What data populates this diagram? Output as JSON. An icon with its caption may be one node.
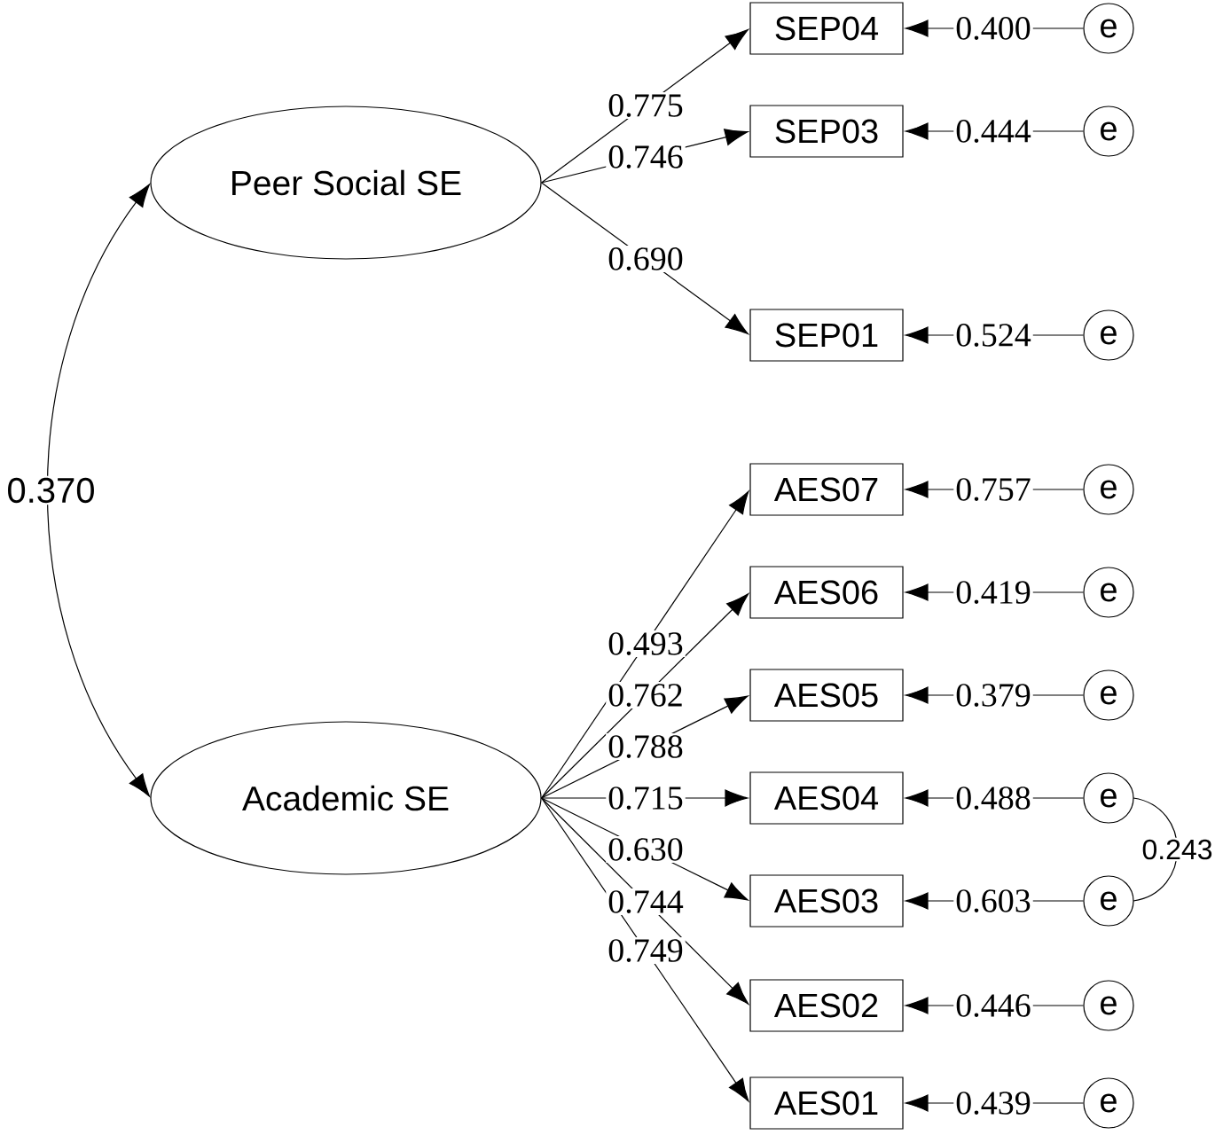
{
  "diagram": {
    "nodes": [
      {
        "text": [
          "Peer Social SE"
        ]
      },
      {
        "text": [
          "Academic SE"
        ]
      },
      {
        "text": [
          "SEP04"
        ]
      },
      {
        "text": [
          "SEP03"
        ]
      },
      {
        "text": [
          "SEP01"
        ]
      },
      {
        "text": [
          "AES07"
        ]
      },
      {
        "text": [
          "AES06"
        ]
      },
      {
        "text": [
          "AES05"
        ]
      },
      {
        "text": [
          "AES04"
        ]
      },
      {
        "text": [
          "AES03"
        ]
      },
      {
        "text": [
          "AES02"
        ]
      },
      {
        "text": [
          "AES01"
        ]
      },
      {
        "text": [
          "e"
        ]
      },
      {
        "text": [
          "e"
        ]
      },
      {
        "text": [
          "e"
        ]
      },
      {
        "text": [
          "e"
        ]
      },
      {
        "text": [
          "e"
        ]
      },
      {
        "text": [
          "e"
        ]
      },
      {
        "text": [
          "e"
        ]
      },
      {
        "text": [
          "e"
        ]
      },
      {
        "text": [
          "e"
        ]
      },
      {
        "text": [
          "e"
        ]
      }
    ],
    "edges": [
      {
        "from": 0,
        "to": 1,
        "arrow": "both",
        "label": "0.370"
      },
      {
        "from": 0,
        "to": 2,
        "arrow": "to",
        "label": "0.775"
      },
      {
        "from": 0,
        "to": 3,
        "arrow": "to",
        "label": "0.746"
      },
      {
        "from": 0,
        "to": 4,
        "arrow": "to",
        "label": "0.690"
      },
      {
        "from": 1,
        "to": 5,
        "arrow": "to",
        "label": "0.493"
      },
      {
        "from": 1,
        "to": 6,
        "arrow": "to",
        "label": "0.762"
      },
      {
        "from": 1,
        "to": 7,
        "arrow": "to",
        "label": "0.788"
      },
      {
        "from": 1,
        "to": 8,
        "arrow": "to",
        "label": "0.715"
      },
      {
        "from": 1,
        "to": 9,
        "arrow": "to",
        "label": "0.630"
      },
      {
        "from": 1,
        "to": 10,
        "arrow": "to",
        "label": "0.744"
      },
      {
        "from": 1,
        "to": 11,
        "arrow": "to",
        "label": "0.749"
      },
      {
        "from": 12,
        "to": 2,
        "arrow": "to",
        "label": "0.400"
      },
      {
        "from": 13,
        "to": 3,
        "arrow": "to",
        "label": "0.444"
      },
      {
        "from": 14,
        "to": 4,
        "arrow": "to",
        "label": "0.524"
      },
      {
        "from": 15,
        "to": 5,
        "arrow": "to",
        "label": "0.757"
      },
      {
        "from": 16,
        "to": 6,
        "arrow": "to",
        "label": "0.419"
      },
      {
        "from": 17,
        "to": 7,
        "arrow": "to",
        "label": "0.379"
      },
      {
        "from": 18,
        "to": 8,
        "arrow": "to",
        "label": "0.488"
      },
      {
        "from": 19,
        "to": 9,
        "arrow": "to",
        "label": "0.603"
      },
      {
        "from": 20,
        "to": 10,
        "arrow": "to",
        "label": "0.446"
      },
      {
        "from": 21,
        "to": 11,
        "arrow": "to",
        "label": "0.439"
      },
      {
        "from": 18,
        "to": 19,
        "arrow": "none",
        "label": "0.243"
      }
    ]
  }
}
